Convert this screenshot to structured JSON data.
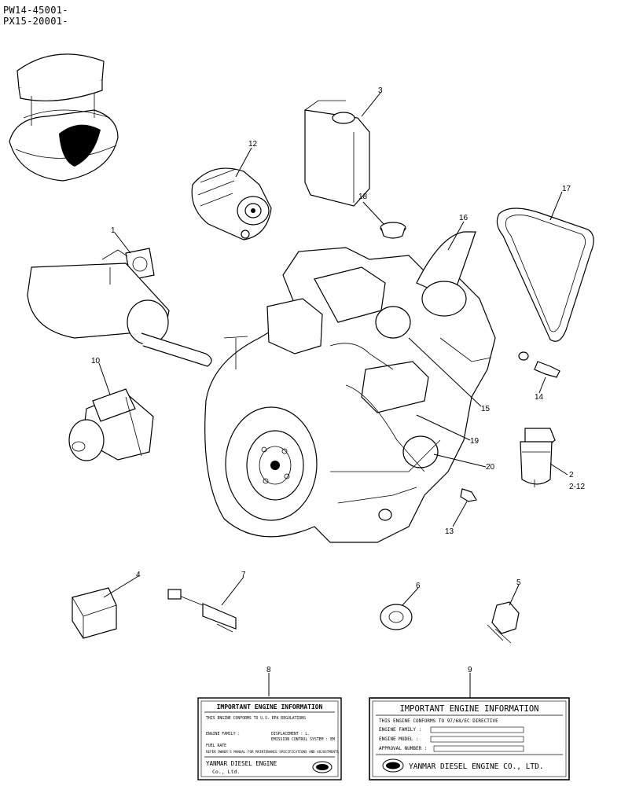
{
  "header": {
    "serial_line_1": "PW14-45001-",
    "serial_line_2": "PX15-20001-"
  },
  "callouts": [
    {
      "id": "c1",
      "text": "1"
    },
    {
      "id": "c2",
      "text": "2"
    },
    {
      "id": "c2b",
      "text": "2-12"
    },
    {
      "id": "c3",
      "text": "3"
    },
    {
      "id": "c4",
      "text": "4"
    },
    {
      "id": "c5",
      "text": "5"
    },
    {
      "id": "c6",
      "text": "6"
    },
    {
      "id": "c7",
      "text": "7"
    },
    {
      "id": "c8",
      "text": "8"
    },
    {
      "id": "c9",
      "text": "9"
    },
    {
      "id": "c10",
      "text": "10"
    },
    {
      "id": "c12",
      "text": "12"
    },
    {
      "id": "c13",
      "text": "13"
    },
    {
      "id": "c14",
      "text": "14"
    },
    {
      "id": "c15",
      "text": "15"
    },
    {
      "id": "c16",
      "text": "16"
    },
    {
      "id": "c17",
      "text": "17"
    },
    {
      "id": "c18",
      "text": "18"
    },
    {
      "id": "c19",
      "text": "19"
    },
    {
      "id": "c20",
      "text": "20"
    }
  ],
  "label_8": {
    "title": "IMPORTANT ENGINE INFORMATION",
    "line1": "THIS ENGINE CONFORMS TO U.S. EPA REGULATIONS",
    "line2": "ENGINE FAMILY :",
    "line3": "DISPLACEMENT : L.",
    "line4": "EMISSION CONTROL SYSTEM : EM",
    "line5": "FUEL RATE",
    "line6": "REFER OWNER'S MANUAL FOR MAINTENANCE SPECIFICATIONS AND ADJUSTMENTS",
    "brand": "YANMAR DIESEL ENGINE",
    "company": "Co., Ltd."
  },
  "label_9": {
    "title": "IMPORTANT ENGINE INFORMATION",
    "directive": "THIS ENGINE CONFORMS TO 97/68/EC DIRECTIVE",
    "field1": "ENGINE FAMILY :",
    "field2": "ENGINE MODEL :",
    "field3": "APPROVAL NUMBER :",
    "brand": "YANMAR DIESEL ENGINE CO., LTD."
  }
}
